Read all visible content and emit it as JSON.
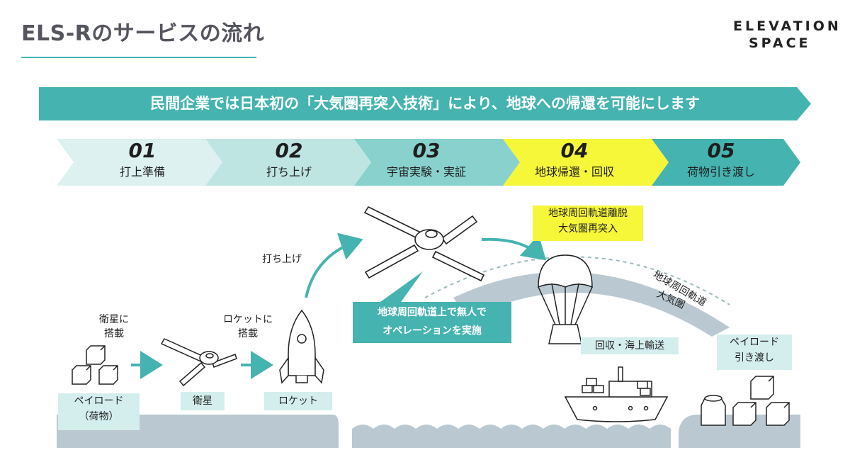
{
  "header": {
    "title": "ELS-Rのサービスの流れ"
  },
  "logo": {
    "line1": "ELEVATION",
    "line2": "SPACE"
  },
  "banner": {
    "text": "民間企業では日本初の「大気圏再突入技術」により、地球への帰還を可能にします"
  },
  "steps": [
    {
      "num": "01",
      "label": "打上準備",
      "color": "#dcf1f0"
    },
    {
      "num": "02",
      "label": "打ち上げ",
      "color": "#bfe5e3"
    },
    {
      "num": "03",
      "label": "宇宙実験・実証",
      "color": "#88d1cd"
    },
    {
      "num": "04",
      "label": "地球帰還・回収",
      "color": "#f7f73a"
    },
    {
      "num": "05",
      "label": "荷物引き渡し",
      "color": "#45b3b0"
    }
  ],
  "diagram": {
    "load_onto_satellite": "衛星に\n搭載",
    "load_onto_rocket": "ロケットに\n搭載",
    "payload_box": "ペイロード\n（荷物）",
    "satellite_box": "衛星",
    "rocket_box": "ロケット",
    "launch": "打ち上げ",
    "operation_callout": "地球周回軌道上で無人で\nオペレーションを実施",
    "reentry_box": "地球周回軌道離脱\n大気圏再突入",
    "orbit_label": "地球周回軌道",
    "atmosphere_label": "大気圏",
    "recovery": "回収・海上輸送",
    "delivery_box": "ペイロード\n引き渡し"
  },
  "colors": {
    "teal": "#45b3b0",
    "yellow": "#f7f73a",
    "gray_water": "#bac9d1",
    "title_gray": "#55555f"
  }
}
